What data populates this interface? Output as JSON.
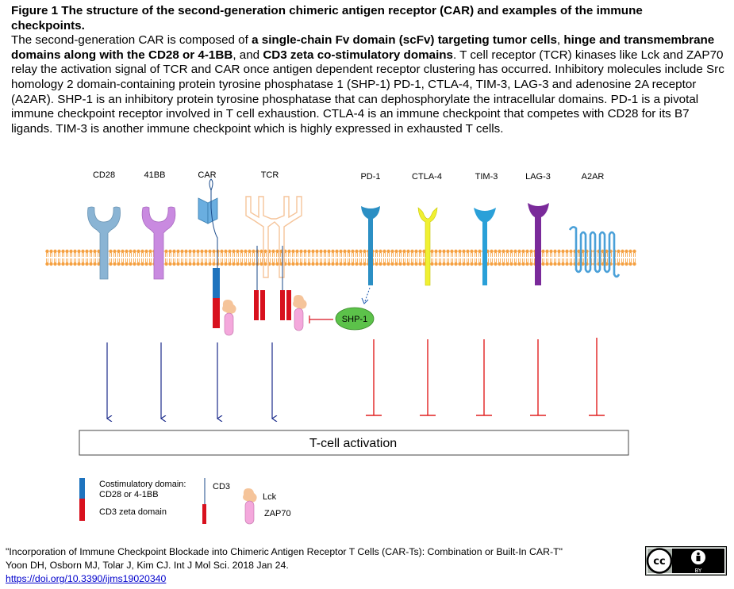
{
  "caption": {
    "title_line1": "Figure 1 The structure of the second-generation chimeric antigen receptor (CAR) and examples of the immune",
    "title_line2": "checkpoints.",
    "p1": "The second-generation CAR is composed of ",
    "b1": "a single-chain Fv domain (scFv) targeting tumor cells",
    "p2": ", ",
    "b2": "hinge and transmembrane domains along with the CD28 or 4-1BB",
    "p3": ", and ",
    "b3": "CD3 zeta co-stimulatory domains",
    "p4": ". T cell receptor (TCR) kinases like Lck and ZAP70 relay the activation signal of TCR and CAR once antigen dependent receptor clustering has occurred. Inhibitory molecules include Src homology 2 domain-containing protein tyrosine phosphatase 1 (SHP-1) PD-1, CTLA-4, TIM-3, LAG-3 and adenosine 2A receptor (A2AR). SHP-1 is an inhibitory protein tyrosine phosphatase that can dephosphorylate the intracellular domains. PD-1 is a pivotal immune checkpoint receptor involved in T cell exhaustion. CTLA-4 is an immune checkpoint that competes with CD28 for its B7 ligands. TIM-3 is another immune checkpoint which is highly expressed in exhausted T cells."
  },
  "diagram": {
    "receptors": {
      "cd28": "CD28",
      "bb41": "41BB",
      "car": "CAR",
      "tcr": "TCR",
      "pd1": "PD-1",
      "ctla4": "CTLA-4",
      "tim3": "TIM-3",
      "lag3": "LAG-3",
      "a2ar": "A2AR"
    },
    "shp1": "SHP-1",
    "activation": "T-cell activation",
    "legend": {
      "costim_line1": "Costimulatory domain:",
      "costim_line2": "CD28 or 4-1BB",
      "cd3zeta": "CD3 zeta  domain",
      "cd3": "CD3",
      "lck": "Lck",
      "zap70": "ZAP70"
    },
    "colors": {
      "cd28": "#8ab4d4",
      "bb41": "#c98ae0",
      "car": "#6aaee0",
      "tcr": "#f5c49a",
      "pd1": "#2b8fc4",
      "ctla4": "#f0f032",
      "tim3": "#2aa0d8",
      "lag3": "#7a2a9a",
      "a2ar": "#4aa0d8",
      "membrane": "#f5a040",
      "activating_arrow": "#1a2a8a",
      "inhibitory": "#e02020",
      "costim_domain": "#1e73be",
      "cd3zeta_domain": "#d8111e",
      "shp1": "#5cc24a",
      "lck": "#f5c49a",
      "zap70": "#f4a8dc"
    }
  },
  "citation": {
    "line1": "\"Incorporation of Immune Checkpoint Blockade into Chimeric Antigen Receptor T Cells (CAR-Ts): Combination or Built-In CAR-T\"",
    "line2": "Yoon DH, Osborn MJ, Tolar J, Kim CJ. Int J Mol Sci. 2018 Jan 24.",
    "doi": "https://doi.org/10.3390/ijms19020340"
  },
  "license": {
    "cc": "cc",
    "by": "BY"
  }
}
